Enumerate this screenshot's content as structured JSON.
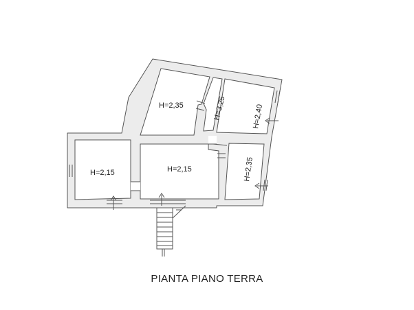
{
  "plan": {
    "title": "PIANTA PIANO TERRA",
    "rooms": [
      {
        "id": "left-room",
        "height_label": "H=2,15"
      },
      {
        "id": "center-room",
        "height_label": "H=2,15"
      },
      {
        "id": "upper-left-room",
        "height_label": "H=2,35"
      },
      {
        "id": "upper-corridor",
        "height_label": "H=3,25"
      },
      {
        "id": "upper-right-room",
        "height_label": "H=2,40"
      },
      {
        "id": "lower-right-room",
        "height_label": "H=2,35"
      }
    ]
  }
}
